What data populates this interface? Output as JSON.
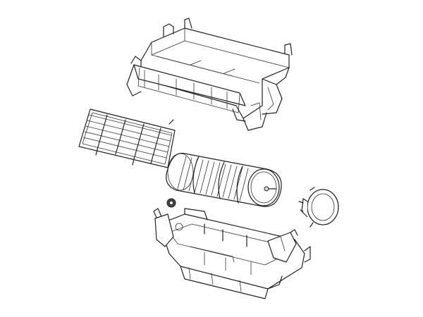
{
  "diagram": {
    "parts": [
      {
        "id": "top-housing",
        "icon": "housing-icon"
      },
      {
        "id": "filter-grille",
        "icon": "grille-icon"
      },
      {
        "id": "blower-wheel",
        "icon": "fan-icon"
      },
      {
        "id": "bearing",
        "icon": "bearing-icon"
      },
      {
        "id": "fan-motor",
        "icon": "motor-icon"
      },
      {
        "id": "bottom-chassis",
        "icon": "chassis-icon"
      }
    ],
    "colors": {
      "line": "#222222",
      "background": "#ffffff"
    }
  }
}
